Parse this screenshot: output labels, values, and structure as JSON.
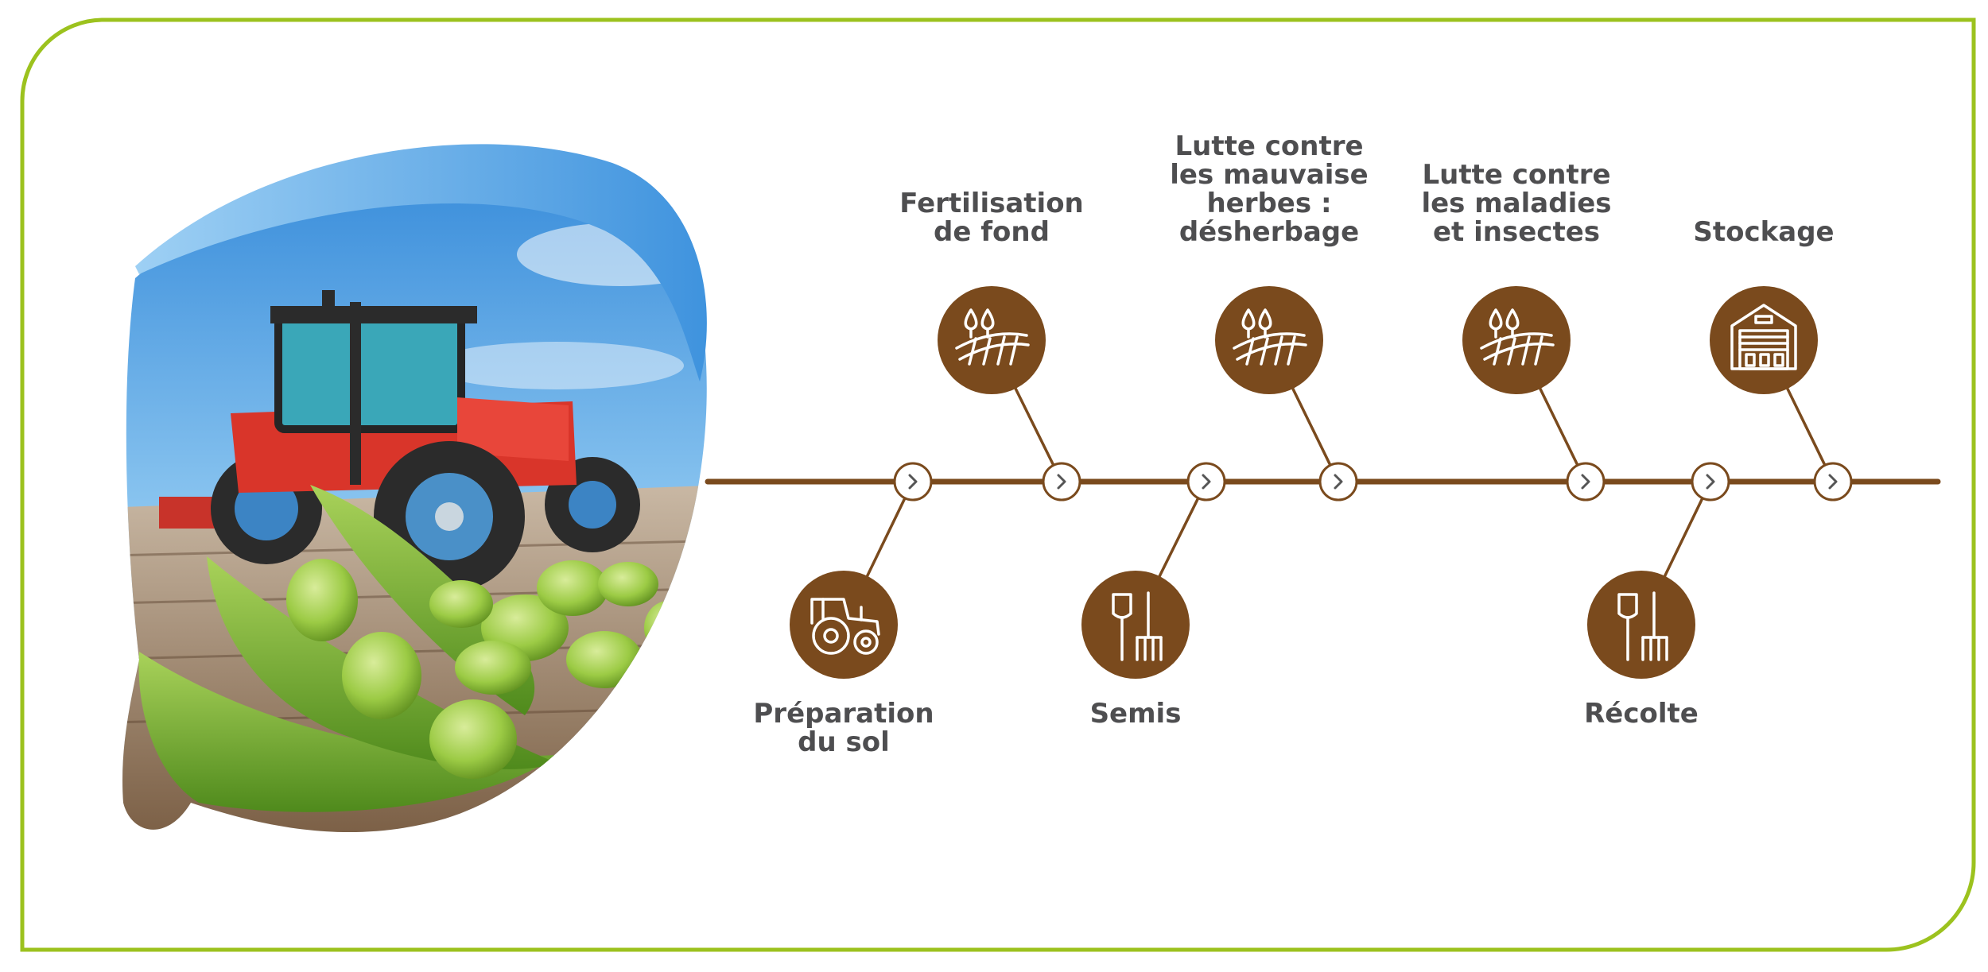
{
  "colors": {
    "border": "#9cc21e",
    "timeline": "#7a4a1d",
    "icon_fill": "#7a4a1d",
    "icon_stroke": "#ffffff",
    "text": "#4e4e50",
    "sky": "#4c9be0",
    "bean": "#8cbf3a"
  },
  "illustration": {
    "subject": "tractor in a field with broad bean pods",
    "icon": "tractor-and-beans-illustration"
  },
  "steps": [
    {
      "id": "preparation-du-sol",
      "lines": [
        "Préparation",
        "du sol"
      ],
      "icon": "tractor-icon",
      "position": "bottom"
    },
    {
      "id": "fertilisation-de-fond",
      "lines": [
        "Fertilisation",
        "de fond"
      ],
      "icon": "field-drops-icon",
      "position": "top"
    },
    {
      "id": "semis",
      "lines": [
        "Semis"
      ],
      "icon": "spade-fork-icon",
      "position": "bottom"
    },
    {
      "id": "desherbage",
      "lines": [
        "Lutte contre",
        "les mauvaise",
        "herbes :",
        "désherbage"
      ],
      "icon": "field-drops-icon",
      "position": "top"
    },
    {
      "id": "maladies-insectes",
      "lines": [
        "Lutte contre",
        "les maladies",
        "et insectes"
      ],
      "icon": "field-drops-icon",
      "position": "top"
    },
    {
      "id": "recolte",
      "lines": [
        "Récolte"
      ],
      "icon": "spade-fork-icon",
      "position": "bottom"
    },
    {
      "id": "stockage",
      "lines": [
        "Stockage"
      ],
      "icon": "barn-icon",
      "position": "top"
    }
  ]
}
